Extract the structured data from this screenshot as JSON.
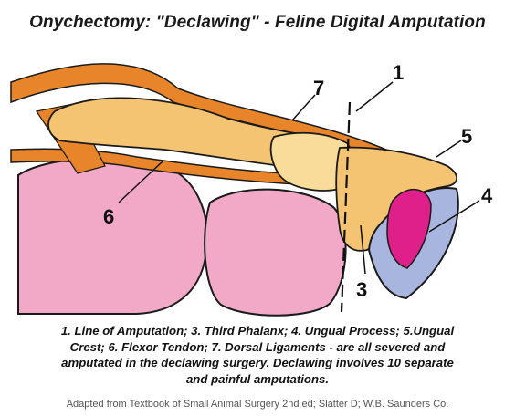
{
  "title": "Onychectomy: \"Declawing\" - Feline Digital Amputation",
  "labels": {
    "l1": "1",
    "l3": "3",
    "l4": "4",
    "l5": "5",
    "l6": "6",
    "l7": "7"
  },
  "legend": {
    "line1": "1. Line of Amputation; 3. Third Phalanx; 4. Ungual Process; 5.Ungual",
    "line2": "Crest; 6. Flexor Tendon; 7. Dorsal Ligaments - are all severed and",
    "line3": "amputated in the declawing surgery.  Declawing involves 10 separate",
    "line4": "and painful amputations."
  },
  "credit": "Adapted from  Textbook of Small Animal Surgery 2nd ed; Slatter D; W.B. Saunders Co.",
  "colors": {
    "bone": "#f4c472",
    "bone_light": "#f9dc9a",
    "tendon": "#e8852a",
    "pad": "#f2a9c8",
    "claw": "#a8b6df",
    "quick": "#e0208a",
    "outline": "#1a1a1a"
  }
}
